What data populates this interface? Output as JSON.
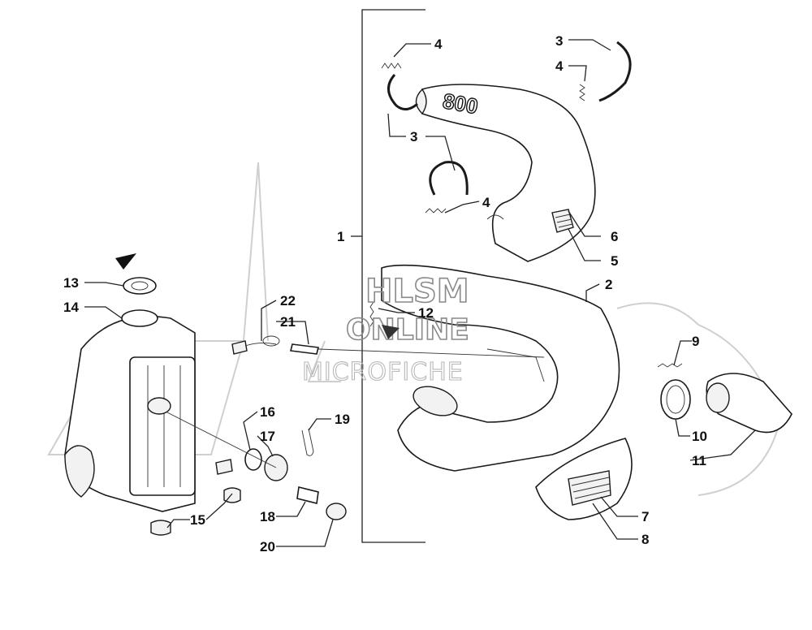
{
  "watermark": {
    "line1": "HLSM",
    "line2": "ONLINE",
    "line3": "MICROFICHE"
  },
  "embossed_text": "800",
  "callouts": [
    {
      "id": "c1",
      "label": "1"
    },
    {
      "id": "c2",
      "label": "2"
    },
    {
      "id": "c3a",
      "label": "3"
    },
    {
      "id": "c3b",
      "label": "3"
    },
    {
      "id": "c4a",
      "label": "4"
    },
    {
      "id": "c4b",
      "label": "4"
    },
    {
      "id": "c4c",
      "label": "4"
    },
    {
      "id": "c5",
      "label": "5"
    },
    {
      "id": "c6",
      "label": "6"
    },
    {
      "id": "c7",
      "label": "7"
    },
    {
      "id": "c8",
      "label": "8"
    },
    {
      "id": "c9",
      "label": "9"
    },
    {
      "id": "c10",
      "label": "10"
    },
    {
      "id": "c11",
      "label": "11"
    },
    {
      "id": "c12",
      "label": "12"
    },
    {
      "id": "c13",
      "label": "13"
    },
    {
      "id": "c14",
      "label": "14"
    },
    {
      "id": "c15",
      "label": "15"
    },
    {
      "id": "c16",
      "label": "16"
    },
    {
      "id": "c17",
      "label": "17"
    },
    {
      "id": "c18",
      "label": "18"
    },
    {
      "id": "c19",
      "label": "19"
    },
    {
      "id": "c20",
      "label": "20"
    },
    {
      "id": "c21",
      "label": "21"
    },
    {
      "id": "c22",
      "label": "22"
    }
  ]
}
